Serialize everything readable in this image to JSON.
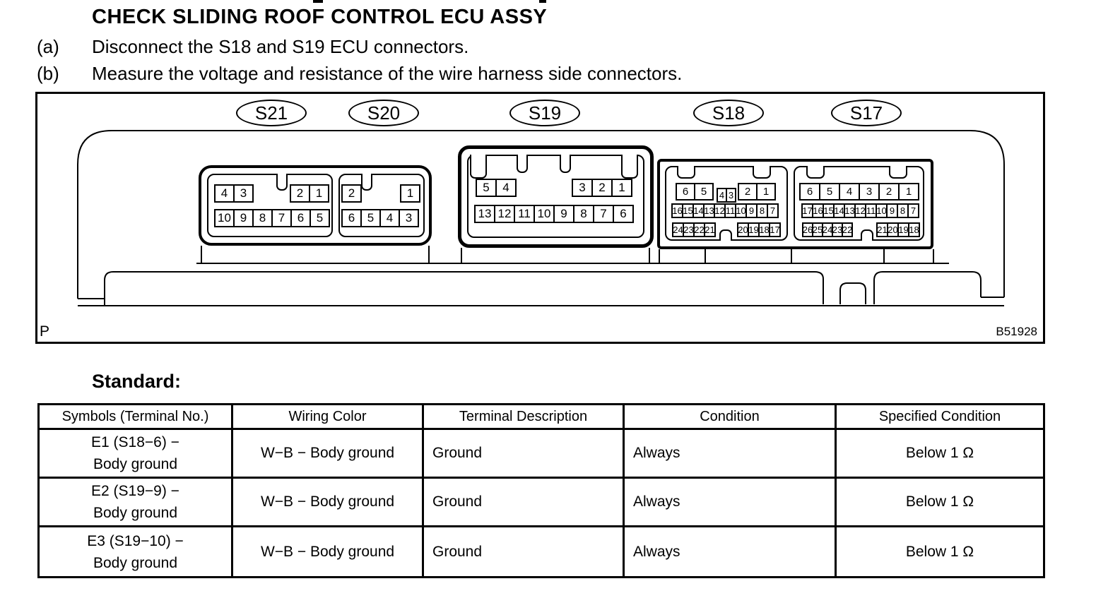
{
  "page": {
    "title": "CHECK SLIDING ROOF CONTROL ECU ASSY",
    "steps": [
      {
        "label": "(a)",
        "text": "Disconnect the S18 and S19 ECU connectors."
      },
      {
        "label": "(b)",
        "text": "Measure the voltage and resistance of the wire harness side connectors."
      }
    ]
  },
  "diagram": {
    "corner_label": "P",
    "figure_code": "B51928",
    "connector_labels": {
      "s21": "S21",
      "s20": "S20",
      "s19": "S19",
      "s18": "S18",
      "s17": "S17"
    },
    "pins": {
      "s21_top_left": [
        4,
        3
      ],
      "s21_top_right": [
        2,
        1
      ],
      "s21_bottom": [
        10,
        9,
        8,
        7,
        6,
        5
      ],
      "s20_top_left": [
        2
      ],
      "s20_top_right": [
        1
      ],
      "s20_bottom": [
        6,
        5,
        4,
        3
      ],
      "s19_top_left": [
        5,
        4
      ],
      "s19_top_right": [
        3,
        2,
        1
      ],
      "s19_bottom": [
        13,
        12,
        11,
        10,
        9,
        8,
        7,
        6
      ],
      "s18_top_left": [
        6,
        5
      ],
      "s18_top_small": [
        4,
        3
      ],
      "s18_top_right": [
        2,
        1
      ],
      "s18_mid": [
        16,
        15,
        14,
        13,
        12,
        11,
        10,
        9,
        8,
        7
      ],
      "s18_bottom_left": [
        24,
        23,
        22,
        21
      ],
      "s18_bottom_right": [
        20,
        19,
        18,
        17
      ],
      "s17_top": [
        6,
        5,
        4,
        3,
        2,
        1
      ],
      "s17_mid": [
        17,
        16,
        15,
        14,
        13,
        12,
        11,
        10,
        9,
        8,
        7
      ],
      "s17_bottom_left": [
        26,
        25,
        24,
        23,
        22
      ],
      "s17_bottom_right": [
        21,
        20,
        19,
        18
      ]
    }
  },
  "standard": {
    "heading": "Standard:",
    "columns": [
      "Symbols (Terminal No.)",
      "Wiring Color",
      "Terminal Description",
      "Condition",
      "Specified Condition"
    ],
    "rows": [
      {
        "symbol": [
          "E1 (S18−6) −",
          "Body ground"
        ],
        "wiring": "W−B − Body ground",
        "description": "Ground",
        "condition": "Always",
        "specified": "Below 1 Ω"
      },
      {
        "symbol": [
          "E2 (S19−9) −",
          "Body ground"
        ],
        "wiring": "W−B − Body ground",
        "description": "Ground",
        "condition": "Always",
        "specified": "Below 1 Ω"
      },
      {
        "symbol": [
          "E3 (S19−10) −",
          "Body ground"
        ],
        "wiring": "W−B − Body ground",
        "description": "Ground",
        "condition": "Always",
        "specified": "Below 1 Ω"
      }
    ]
  }
}
